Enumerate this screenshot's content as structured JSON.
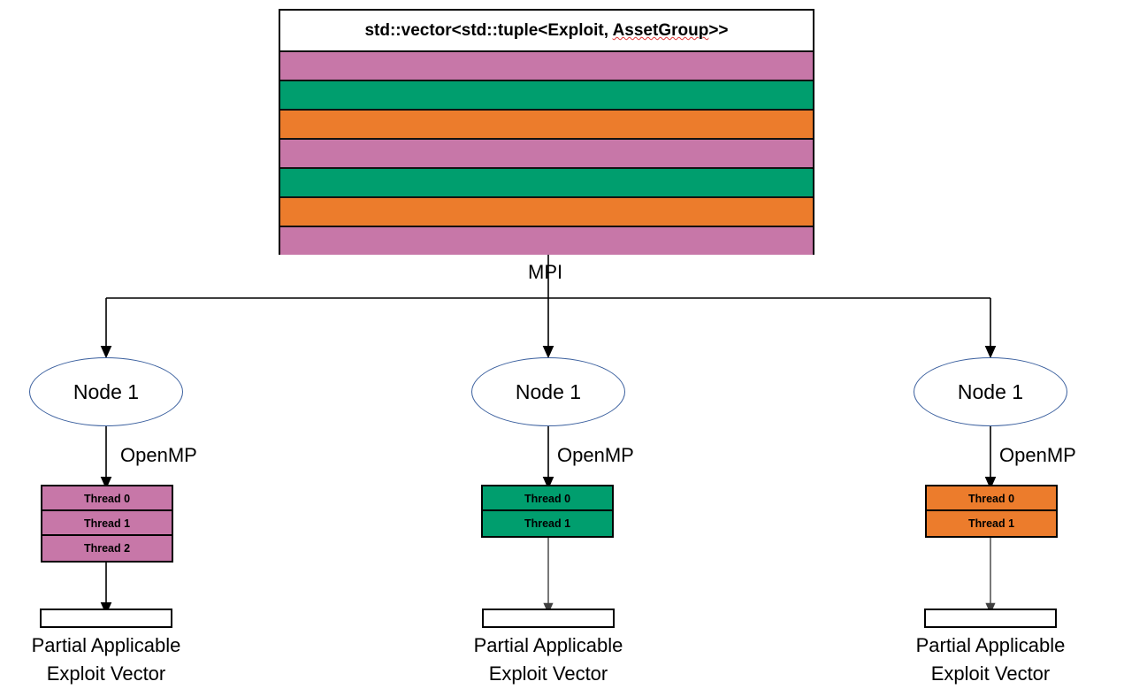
{
  "diagram": {
    "vector": {
      "title_main": "std::vector<std::tuple<Exploit, ",
      "title_squiggled": "AssetGroup",
      "title_tail": ">>",
      "title_full": "std::vector<std::tuple<Exploit, AssetGroup>>",
      "stripe_colors": [
        "#c777a8",
        "#009e6e",
        "#ec7c2c",
        "#c777a8",
        "#009e6e",
        "#ec7c2c",
        "#c777a8"
      ],
      "stripe_count": 7
    },
    "mpi_label": "MPI",
    "palette": {
      "pink": "#c777a8",
      "green": "#009e6e",
      "orange": "#ec7c2c",
      "ellipse_stroke": "#3a5f9e",
      "outline": "#000000",
      "squiggle": "#e03a3a"
    },
    "branches": [
      {
        "node_label": "Node 1",
        "openmp_label": "OpenMP",
        "thread_color": "#c777a8",
        "threads": [
          "Thread 0",
          "Thread 1",
          "Thread 2"
        ],
        "output_caption_line1": "Partial Applicable",
        "output_caption_line2": "Exploit Vector"
      },
      {
        "node_label": "Node 1",
        "openmp_label": "OpenMP",
        "thread_color": "#009e6e",
        "threads": [
          "Thread 0",
          "Thread 1"
        ],
        "output_caption_line1": "Partial Applicable",
        "output_caption_line2": "Exploit Vector"
      },
      {
        "node_label": "Node 1",
        "openmp_label": "OpenMP",
        "thread_color": "#ec7c2c",
        "threads": [
          "Thread 0",
          "Thread 1"
        ],
        "output_caption_line1": "Partial Applicable",
        "output_caption_line2": "Exploit Vector"
      }
    ]
  }
}
